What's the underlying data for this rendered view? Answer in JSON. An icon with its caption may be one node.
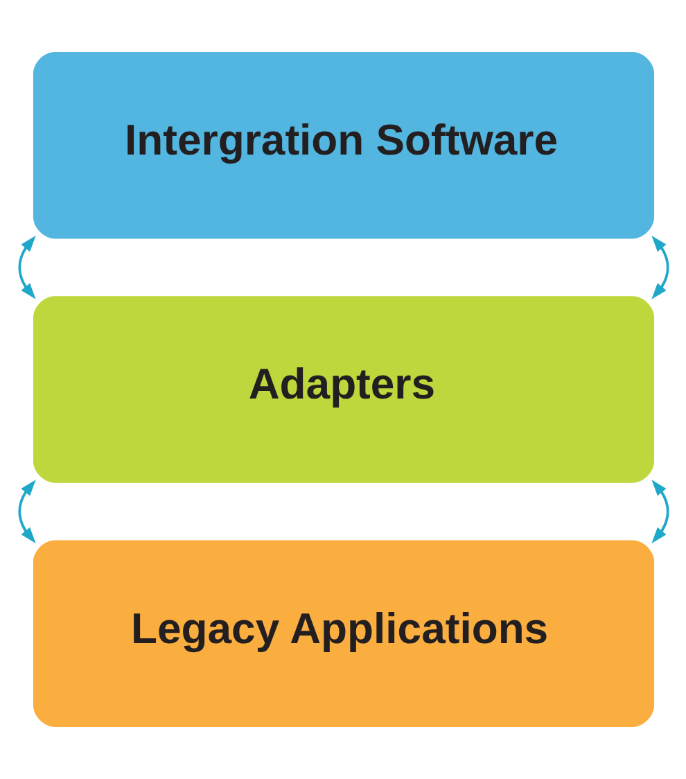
{
  "diagram": {
    "nodes": [
      {
        "text": [
          "Intergration Software"
        ]
      },
      {
        "text": [
          "Adapters"
        ]
      },
      {
        "text": [
          "Legacy Applications"
        ]
      }
    ],
    "edges": [
      {
        "from": 0,
        "to": 1,
        "arrow": "both"
      },
      {
        "from": 0,
        "to": 1,
        "arrow": "both"
      },
      {
        "from": 1,
        "to": 2,
        "arrow": "both"
      },
      {
        "from": 1,
        "to": 2,
        "arrow": "both"
      }
    ]
  }
}
